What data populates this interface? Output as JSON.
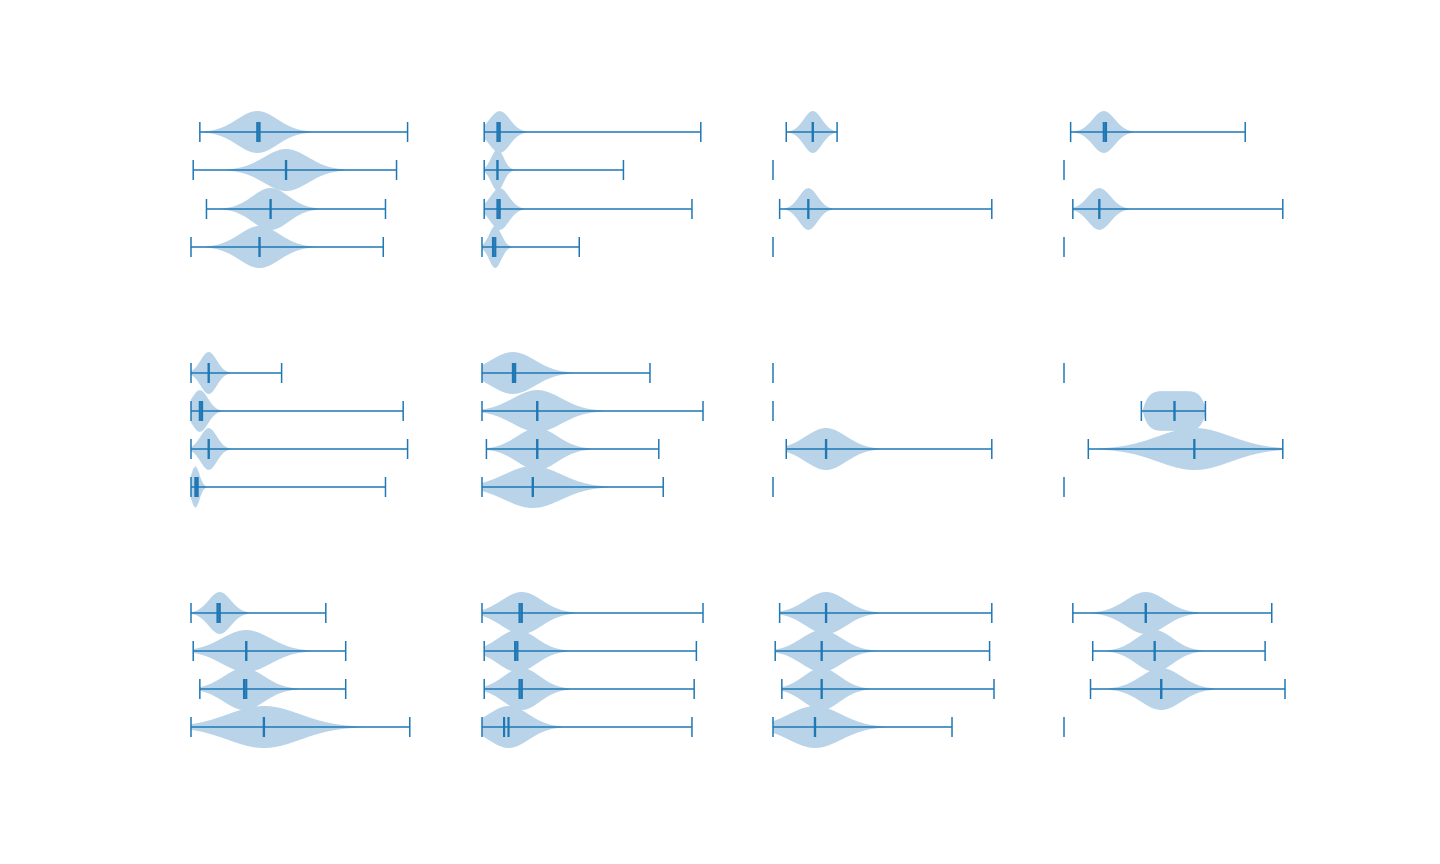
{
  "chart_data": {
    "type": "violin",
    "orientation": "horizontal",
    "grid_rows": 3,
    "grid_cols": 4,
    "axes_visible": false,
    "grid": false,
    "title": "",
    "xlabel": "",
    "ylabel": "",
    "color": "#1f77b4",
    "body_color": "#b9d3e9",
    "panels": [
      {
        "violins": [
          {
            "min": 0.04,
            "max": 0.98,
            "mean": 0.31,
            "median": 0.3,
            "spread": 0.2
          },
          {
            "min": 0.01,
            "max": 0.93,
            "mean": 0.43,
            "median": 0.43,
            "spread": 0.22
          },
          {
            "min": 0.07,
            "max": 0.88,
            "mean": 0.36,
            "median": 0.36,
            "spread": 0.18
          },
          {
            "min": 0.0,
            "max": 0.87,
            "mean": 0.31,
            "median": 0.31,
            "spread": 0.2
          }
        ]
      },
      {
        "violins": [
          {
            "min": 0.01,
            "max": 0.99,
            "mean": 0.07,
            "median": 0.08,
            "spread": 0.1
          },
          {
            "min": 0.01,
            "max": 0.64,
            "mean": 0.07,
            "median": 0.07,
            "spread": 0.06
          },
          {
            "min": 0.01,
            "max": 0.95,
            "mean": 0.07,
            "median": 0.08,
            "spread": 0.09
          },
          {
            "min": 0.0,
            "max": 0.44,
            "mean": 0.05,
            "median": 0.06,
            "spread": 0.06
          }
        ]
      },
      {
        "violins": [
          {
            "min": 0.06,
            "max": 0.29,
            "mean": 0.18,
            "median": 0.18,
            "spread": 0.09
          },
          {
            "min": 0.0,
            "max": 0.0,
            "mean": 0.0,
            "median": 0.0,
            "spread": 0
          },
          {
            "min": 0.03,
            "max": 0.99,
            "mean": 0.16,
            "median": 0.16,
            "spread": 0.09
          },
          {
            "min": 0.0,
            "max": 0.0,
            "mean": 0.0,
            "median": 0.0,
            "spread": 0
          }
        ]
      },
      {
        "violins": [
          {
            "min": 0.03,
            "max": 0.82,
            "mean": 0.19,
            "median": 0.18,
            "spread": 0.11
          },
          {
            "min": 0.0,
            "max": 0.0,
            "mean": 0.0,
            "median": 0.0,
            "spread": 0
          },
          {
            "min": 0.04,
            "max": 0.99,
            "mean": 0.16,
            "median": 0.16,
            "spread": 0.11
          },
          {
            "min": 0.0,
            "max": 0.0,
            "mean": 0.0,
            "median": 0.0,
            "spread": 0
          }
        ]
      },
      {
        "violins": [
          {
            "min": 0.0,
            "max": 0.41,
            "mean": 0.08,
            "median": 0.08,
            "spread": 0.08
          },
          {
            "min": 0.0,
            "max": 0.96,
            "mean": 0.05,
            "median": 0.04,
            "spread": 0.08
          },
          {
            "min": 0.0,
            "max": 0.98,
            "mean": 0.08,
            "median": 0.08,
            "spread": 0.08
          },
          {
            "min": 0.0,
            "max": 0.88,
            "mean": 0.03,
            "median": 0.02,
            "spread": 0.04
          }
        ]
      },
      {
        "violins": [
          {
            "min": 0.0,
            "max": 0.76,
            "mean": 0.15,
            "median": 0.14,
            "spread": 0.22
          },
          {
            "min": 0.0,
            "max": 1.0,
            "mean": 0.25,
            "median": 0.25,
            "spread": 0.24
          },
          {
            "min": 0.02,
            "max": 0.8,
            "mean": 0.25,
            "median": 0.25,
            "spread": 0.2
          },
          {
            "min": 0.0,
            "max": 0.82,
            "mean": 0.23,
            "median": 0.23,
            "spread": 0.28
          }
        ]
      },
      {
        "violins": [
          {
            "min": 0.0,
            "max": 0.0,
            "mean": 0.0,
            "median": 0.0,
            "spread": 0
          },
          {
            "min": 0.0,
            "max": 0.0,
            "mean": 0.0,
            "median": 0.0,
            "spread": 0
          },
          {
            "min": 0.06,
            "max": 0.99,
            "mean": 0.24,
            "median": 0.24,
            "spread": 0.2
          },
          {
            "min": 0.0,
            "max": 0.0,
            "mean": 0.0,
            "median": 0.0,
            "spread": 0
          }
        ]
      },
      {
        "violins": [
          {
            "min": 0.0,
            "max": 0.0,
            "mean": 0.0,
            "median": 0.0,
            "spread": 0
          },
          {
            "min": 0.35,
            "max": 0.64,
            "mean": 0.5,
            "median": 0.5,
            "spread": 0.3,
            "flat": true
          },
          {
            "min": 0.11,
            "max": 0.99,
            "mean": 0.59,
            "median": 0.59,
            "spread": 0.36
          },
          {
            "min": 0.0,
            "max": 0.0,
            "mean": 0.0,
            "median": 0.0,
            "spread": 0
          }
        ]
      },
      {
        "violins": [
          {
            "min": 0.0,
            "max": 0.61,
            "mean": 0.12,
            "median": 0.13,
            "spread": 0.11
          },
          {
            "min": 0.01,
            "max": 0.7,
            "mean": 0.25,
            "median": 0.25,
            "spread": 0.24
          },
          {
            "min": 0.04,
            "max": 0.7,
            "mean": 0.25,
            "median": 0.24,
            "spread": 0.2
          },
          {
            "min": 0.0,
            "max": 0.99,
            "mean": 0.33,
            "median": 0.33,
            "spread": 0.36
          }
        ]
      },
      {
        "violins": [
          {
            "min": 0.0,
            "max": 1.0,
            "mean": 0.17,
            "median": 0.18,
            "spread": 0.2
          },
          {
            "min": 0.01,
            "max": 0.97,
            "mean": 0.15,
            "median": 0.16,
            "spread": 0.19
          },
          {
            "min": 0.01,
            "max": 0.96,
            "mean": 0.17,
            "median": 0.18,
            "spread": 0.18
          },
          {
            "min": 0.0,
            "max": 0.95,
            "mean": 0.1,
            "median": 0.12,
            "spread": 0.2
          }
        ]
      },
      {
        "violins": [
          {
            "min": 0.03,
            "max": 0.99,
            "mean": 0.24,
            "median": 0.24,
            "spread": 0.2
          },
          {
            "min": 0.01,
            "max": 0.98,
            "mean": 0.22,
            "median": 0.22,
            "spread": 0.2
          },
          {
            "min": 0.04,
            "max": 1.0,
            "mean": 0.22,
            "median": 0.22,
            "spread": 0.18
          },
          {
            "min": 0.0,
            "max": 0.81,
            "mean": 0.19,
            "median": 0.19,
            "spread": 0.26
          }
        ]
      },
      {
        "violins": [
          {
            "min": 0.04,
            "max": 0.94,
            "mean": 0.37,
            "median": 0.37,
            "spread": 0.2
          },
          {
            "min": 0.13,
            "max": 0.91,
            "mean": 0.41,
            "median": 0.41,
            "spread": 0.18
          },
          {
            "min": 0.12,
            "max": 1.0,
            "mean": 0.44,
            "median": 0.44,
            "spread": 0.2
          },
          {
            "min": 0.0,
            "max": 0.0,
            "mean": 0.0,
            "median": 0.0,
            "spread": 0
          }
        ]
      }
    ]
  }
}
